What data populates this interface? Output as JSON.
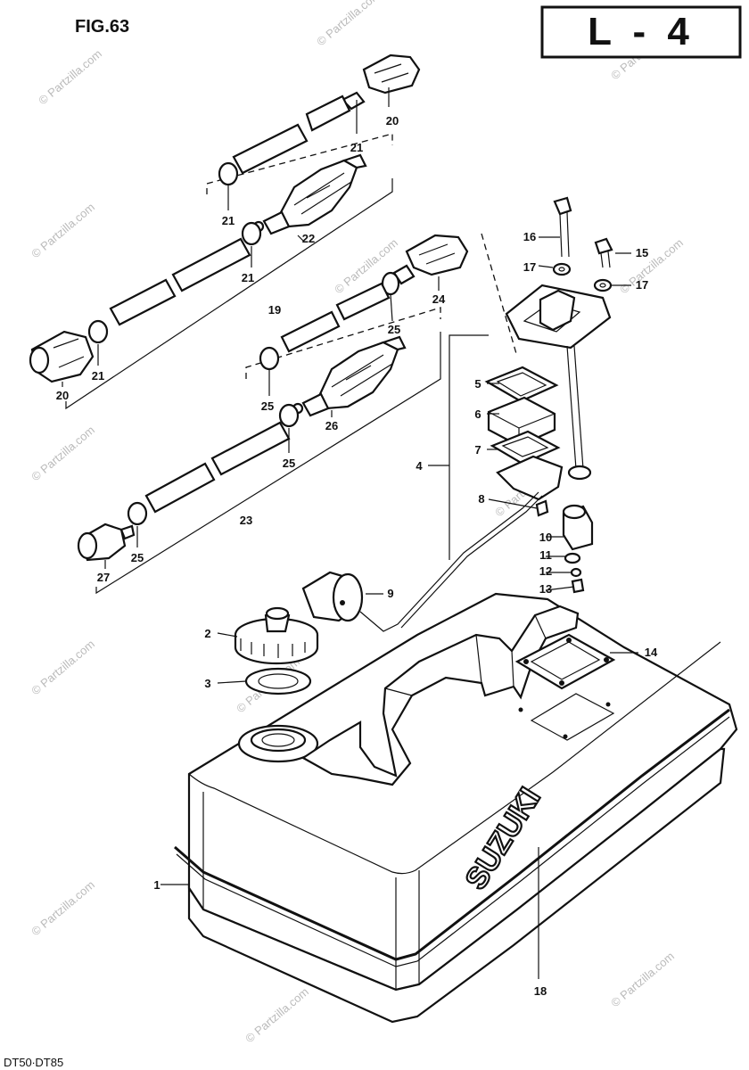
{
  "figure_label": "FIG.63",
  "section_code": "L - 4",
  "model_label": "DT50∙DT85",
  "brand_text": "SUZUKI",
  "watermark_text": "© Partzilla.com",
  "callouts": [
    "1",
    "2",
    "3",
    "4",
    "5",
    "6",
    "7",
    "8",
    "9",
    "10",
    "11",
    "12",
    "13",
    "14",
    "15",
    "16",
    "17",
    "17",
    "18",
    "19",
    "20",
    "20",
    "21",
    "21",
    "21",
    "21",
    "22",
    "23",
    "24",
    "25",
    "25",
    "25",
    "25",
    "26",
    "27"
  ]
}
